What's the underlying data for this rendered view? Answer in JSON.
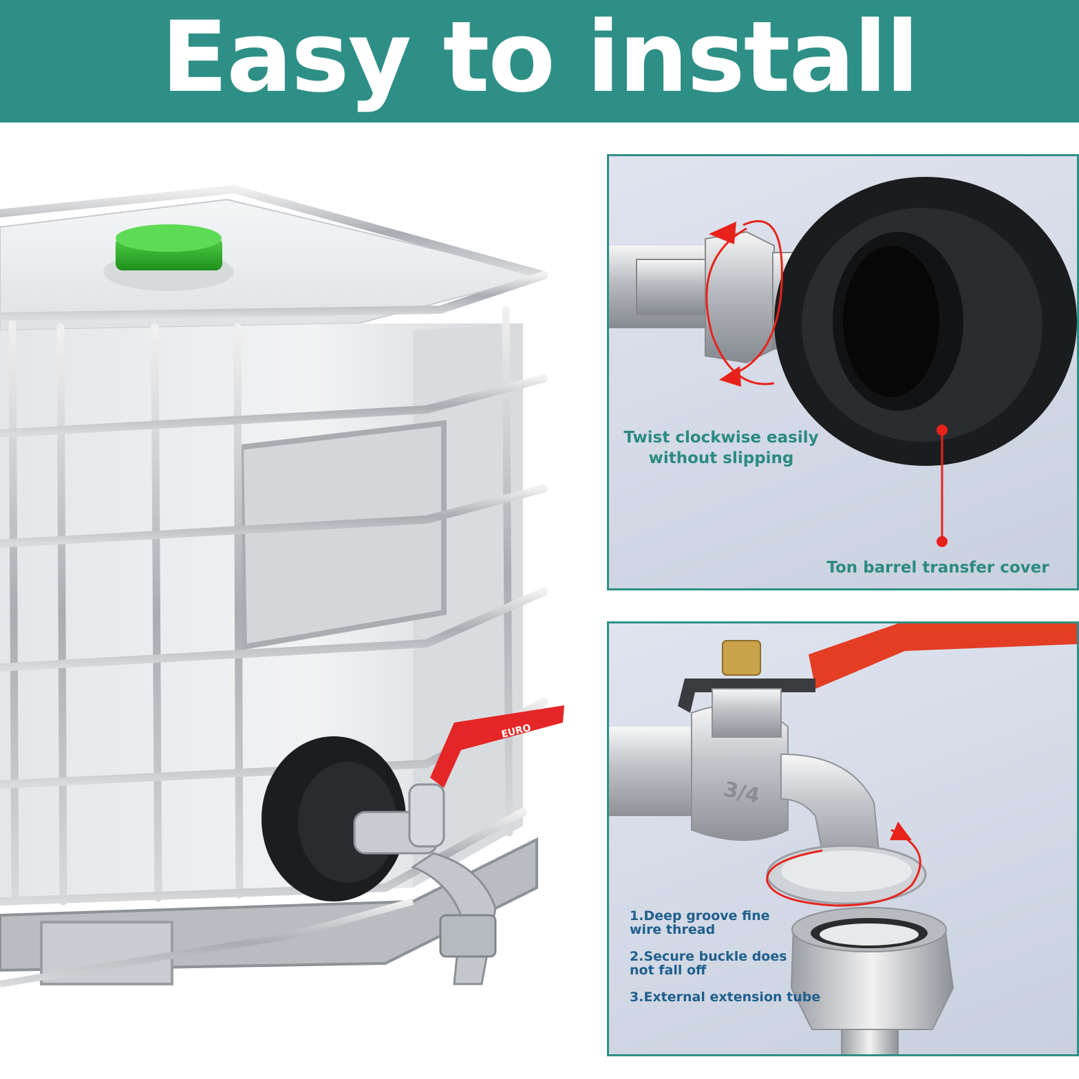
{
  "colors": {
    "banner_teal": "#2e8f86",
    "callout_text": "#2b8a82",
    "list_text": "#1f5f8c",
    "arrow_red": "#e8221b"
  },
  "header": {
    "title": "Easy to install"
  },
  "top_panel": {
    "callout_twist_line1": "Twist clockwise easily",
    "callout_twist_line2": "without slipping",
    "callout_cover": "Ton barrel transfer cover"
  },
  "bottom_panel": {
    "tap_marking": "3/4",
    "features": [
      {
        "line1": "1.Deep groove fine",
        "line2": "wire thread"
      },
      {
        "line1": "2.Secure buckle does",
        "line2": "not fall off"
      },
      {
        "line1": "3.External extension tube",
        "line2": ""
      }
    ]
  },
  "tank_image": {
    "handle_marking": "EURO"
  }
}
